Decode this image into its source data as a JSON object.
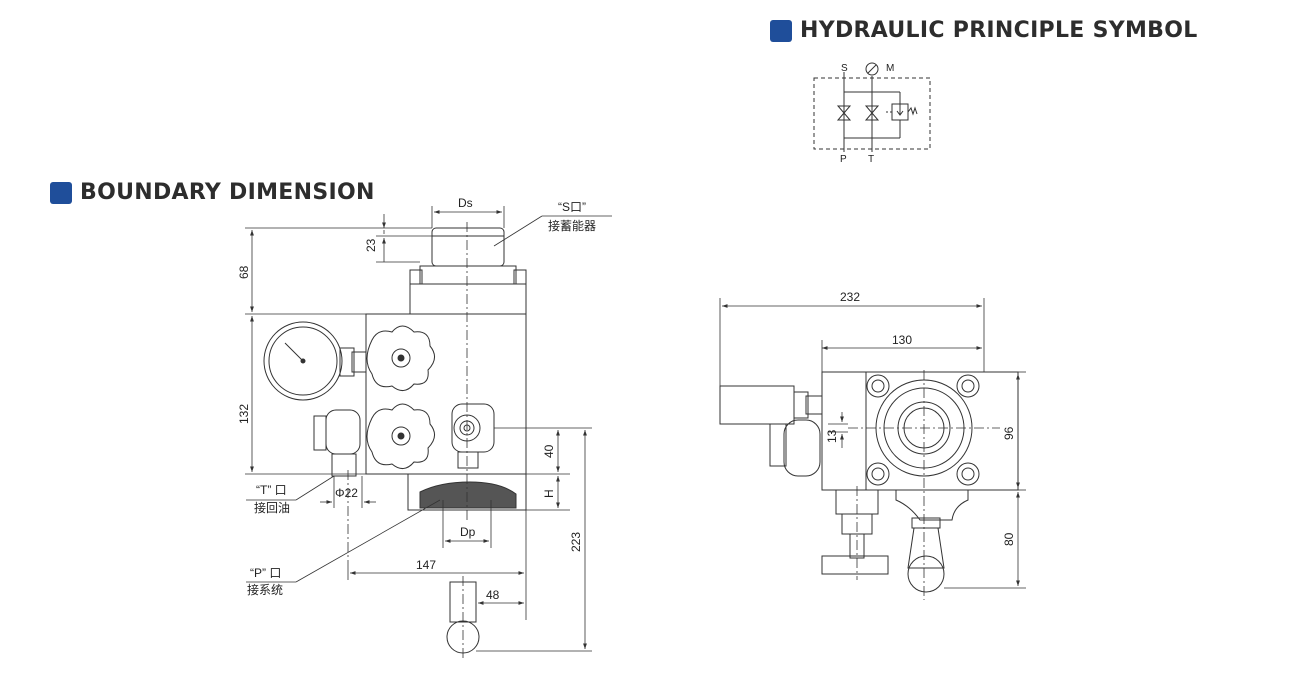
{
  "headings": {
    "symbol_title": "HYDRAULIC PRINCIPLE SYMBOL",
    "boundary_title": "BOUNDARY DIMENSION"
  },
  "colors": {
    "heading_accent": "#1f4e9a",
    "heading_text": "#2d2d2d",
    "line": "#333333"
  },
  "symbol": {
    "port_s": "S",
    "port_m": "M",
    "port_p": "P",
    "port_t": "T"
  },
  "side_view": {
    "dim_ds": "Ds",
    "dim_23": "23",
    "dim_68": "68",
    "dim_132": "132",
    "dim_40": "40",
    "dim_h": "H",
    "dim_dp": "Dp",
    "dim_phi22": "Φ22",
    "dim_147": "147",
    "dim_48": "48",
    "dim_223": "223",
    "callout_s_port": "“S口”",
    "callout_s_desc": "接蓄能器",
    "callout_t_port": "“T” 口",
    "callout_t_desc": "接回油",
    "callout_p_port": "“P” 口",
    "callout_p_desc": "接系统"
  },
  "top_view": {
    "dim_232": "232",
    "dim_130": "130",
    "dim_96": "96",
    "dim_13": "13",
    "dim_80": "80"
  }
}
